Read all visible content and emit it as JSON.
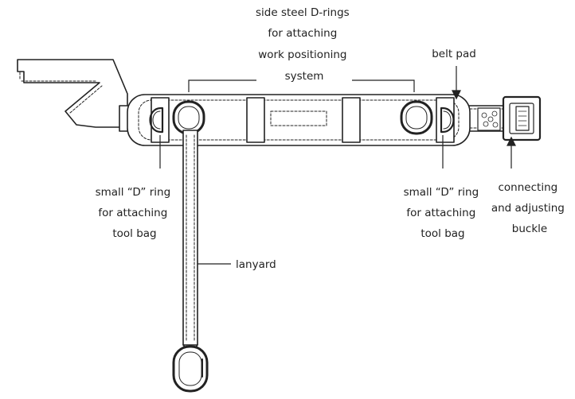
{
  "labels": {
    "d_rings": [
      "side steel D-rings",
      "for attaching",
      "work positioning",
      "system"
    ],
    "belt_pad": "belt pad",
    "small_ring_left": [
      "small “D” ring",
      "for attaching",
      "tool bag"
    ],
    "small_ring_right": [
      "small “D” ring",
      "for attaching",
      "tool bag"
    ],
    "buckle": [
      "connecting",
      "and adjusting",
      "buckle"
    ],
    "lanyard": "lanyard"
  },
  "colors": {
    "stroke": "#222222",
    "fill": "#ffffff"
  }
}
